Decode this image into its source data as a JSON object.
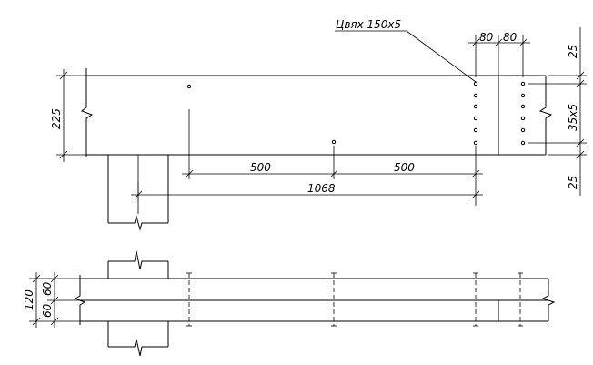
{
  "drawing": {
    "note_label": "Цвях 150х5",
    "dims": {
      "top_80_left": "80",
      "top_80_right": "80",
      "right_25_top": "25",
      "right_35x5": "35х5",
      "right_25_bottom": "25",
      "left_225": "225",
      "span_500_left": "500",
      "span_500_right": "500",
      "span_1068": "1068",
      "plan_120": "120",
      "plan_60_a": "60",
      "plan_60_b": "60"
    }
  }
}
